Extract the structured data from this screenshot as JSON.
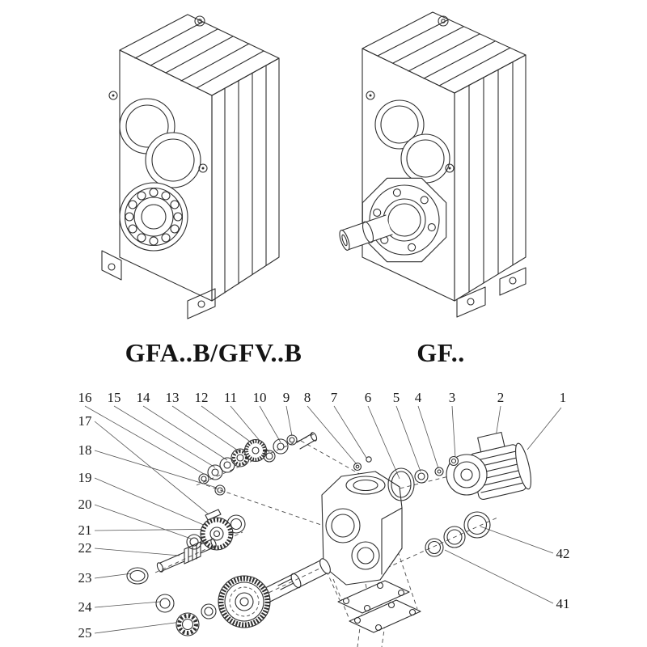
{
  "colors": {
    "paper": "#ffffff",
    "line": "#2e2e2e",
    "label_text": "#141414"
  },
  "model_labels": {
    "left": "GFA..B/GFV..B",
    "right": "GF.."
  },
  "exploded_view": {
    "top_numbers": [
      "16",
      "15",
      "14",
      "13",
      "12",
      "11",
      "10",
      "9",
      "8",
      "7",
      "6",
      "5",
      "4",
      "3",
      "2",
      "1"
    ],
    "left_numbers": [
      "17",
      "18",
      "19",
      "20",
      "21",
      "22",
      "23",
      "24",
      "25"
    ],
    "right_numbers": [
      "42",
      "41"
    ]
  }
}
